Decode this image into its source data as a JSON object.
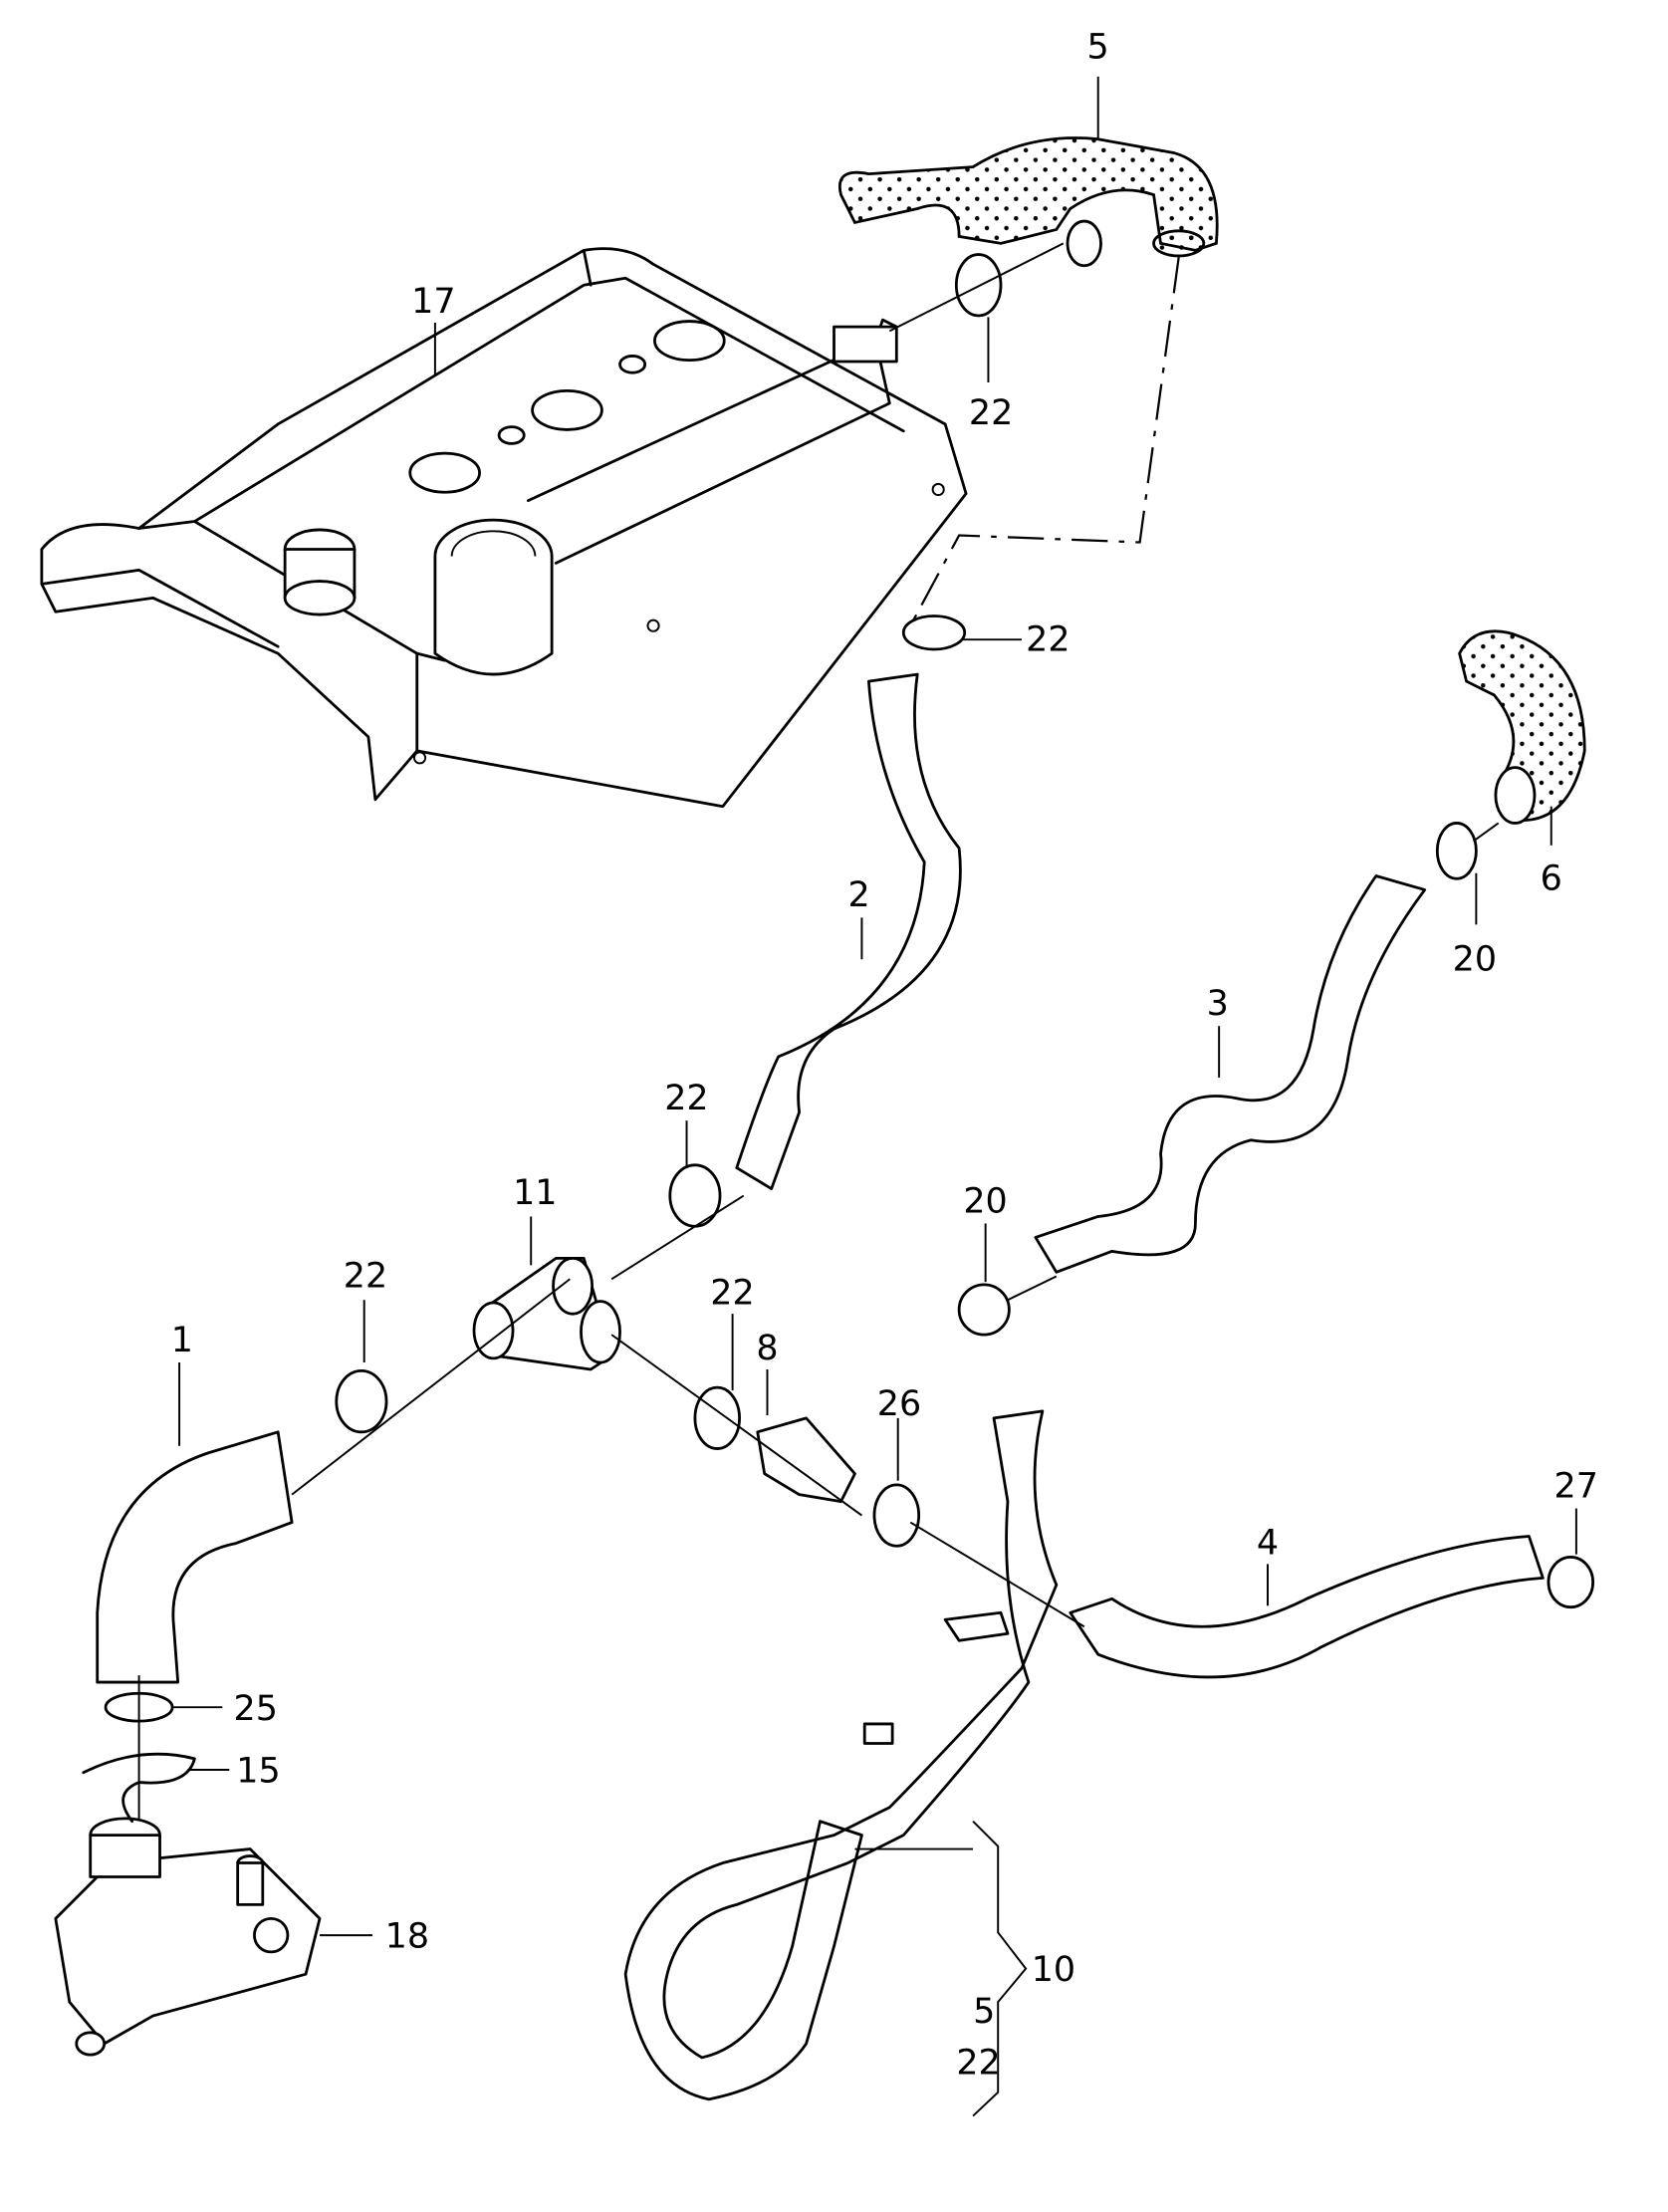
{
  "diagram": {
    "type": "exploded parts diagram",
    "subject": "coolant hose assembly with cylinder head cover",
    "colors": {
      "line": "#000000",
      "background": "#ffffff"
    },
    "callouts": [
      {
        "id": "c5top",
        "label": "5",
        "part": "hose (top, textured)"
      },
      {
        "id": "c17",
        "label": "17",
        "part": "cylinder head cover"
      },
      {
        "id": "c22a",
        "label": "22",
        "part": "hose clamp"
      },
      {
        "id": "c22b",
        "label": "22",
        "part": "hose clamp"
      },
      {
        "id": "c6",
        "label": "6",
        "part": "hose (textured elbow)"
      },
      {
        "id": "c20a",
        "label": "20",
        "part": "hose clamp"
      },
      {
        "id": "c2",
        "label": "2",
        "part": "coolant hose"
      },
      {
        "id": "c3",
        "label": "3",
        "part": "coolant hose"
      },
      {
        "id": "c22c",
        "label": "22",
        "part": "hose clamp"
      },
      {
        "id": "c11",
        "label": "11",
        "part": "T-piece connector"
      },
      {
        "id": "c20b",
        "label": "20",
        "part": "hose clamp"
      },
      {
        "id": "c22d",
        "label": "22",
        "part": "hose clamp"
      },
      {
        "id": "c22e",
        "label": "22",
        "part": "hose clamp"
      },
      {
        "id": "c8",
        "label": "8",
        "part": "connector pipe"
      },
      {
        "id": "c1",
        "label": "1",
        "part": "coolant hose elbow"
      },
      {
        "id": "c26",
        "label": "26",
        "part": "hose clamp"
      },
      {
        "id": "c27",
        "label": "27",
        "part": "hose clamp"
      },
      {
        "id": "c4",
        "label": "4",
        "part": "coolant hose"
      },
      {
        "id": "c25",
        "label": "25",
        "part": "O-ring"
      },
      {
        "id": "c15",
        "label": "15",
        "part": "retaining clip"
      },
      {
        "id": "c18",
        "label": "18",
        "part": "coolant flange / housing"
      },
      {
        "id": "c10",
        "label": "10",
        "part": "hose assembly"
      },
      {
        "id": "c10sub5",
        "label": "5",
        "part": "included in 10"
      },
      {
        "id": "c10sub22",
        "label": "22",
        "part": "included in 10"
      }
    ]
  }
}
